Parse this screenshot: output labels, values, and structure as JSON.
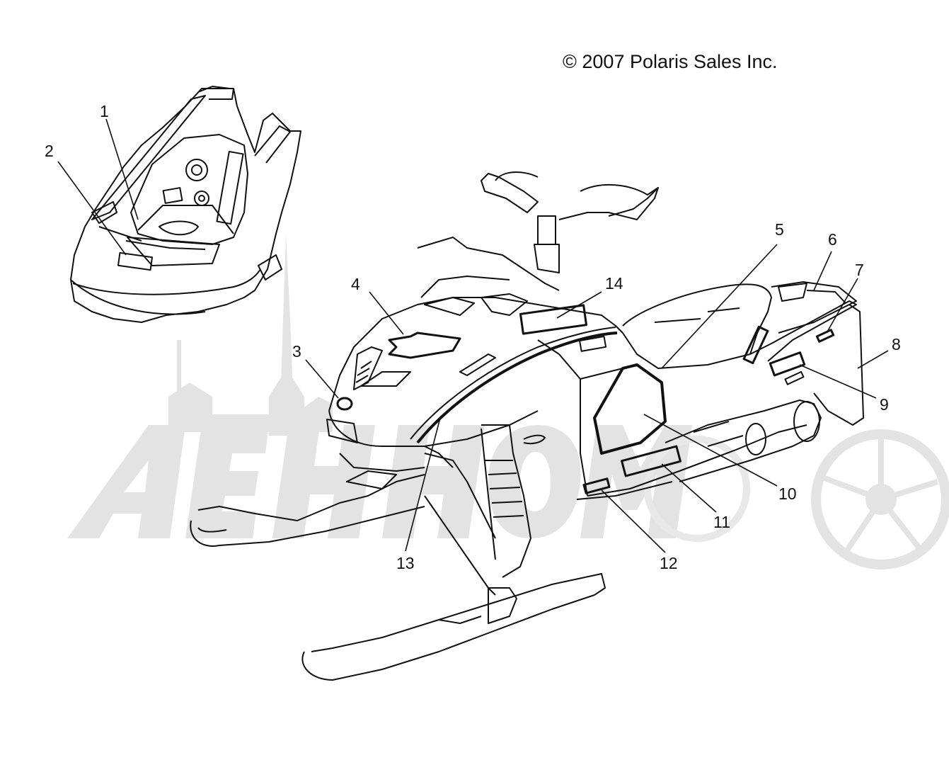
{
  "copyright": "© 2007 Polaris Sales Inc.",
  "watermark": {
    "text": "AeHHom",
    "color": "#e0e0e0"
  },
  "callouts": [
    "1",
    "2",
    "3",
    "4",
    "5",
    "6",
    "7",
    "8",
    "9",
    "10",
    "11",
    "12",
    "13",
    "14"
  ],
  "line_color": "#111111"
}
